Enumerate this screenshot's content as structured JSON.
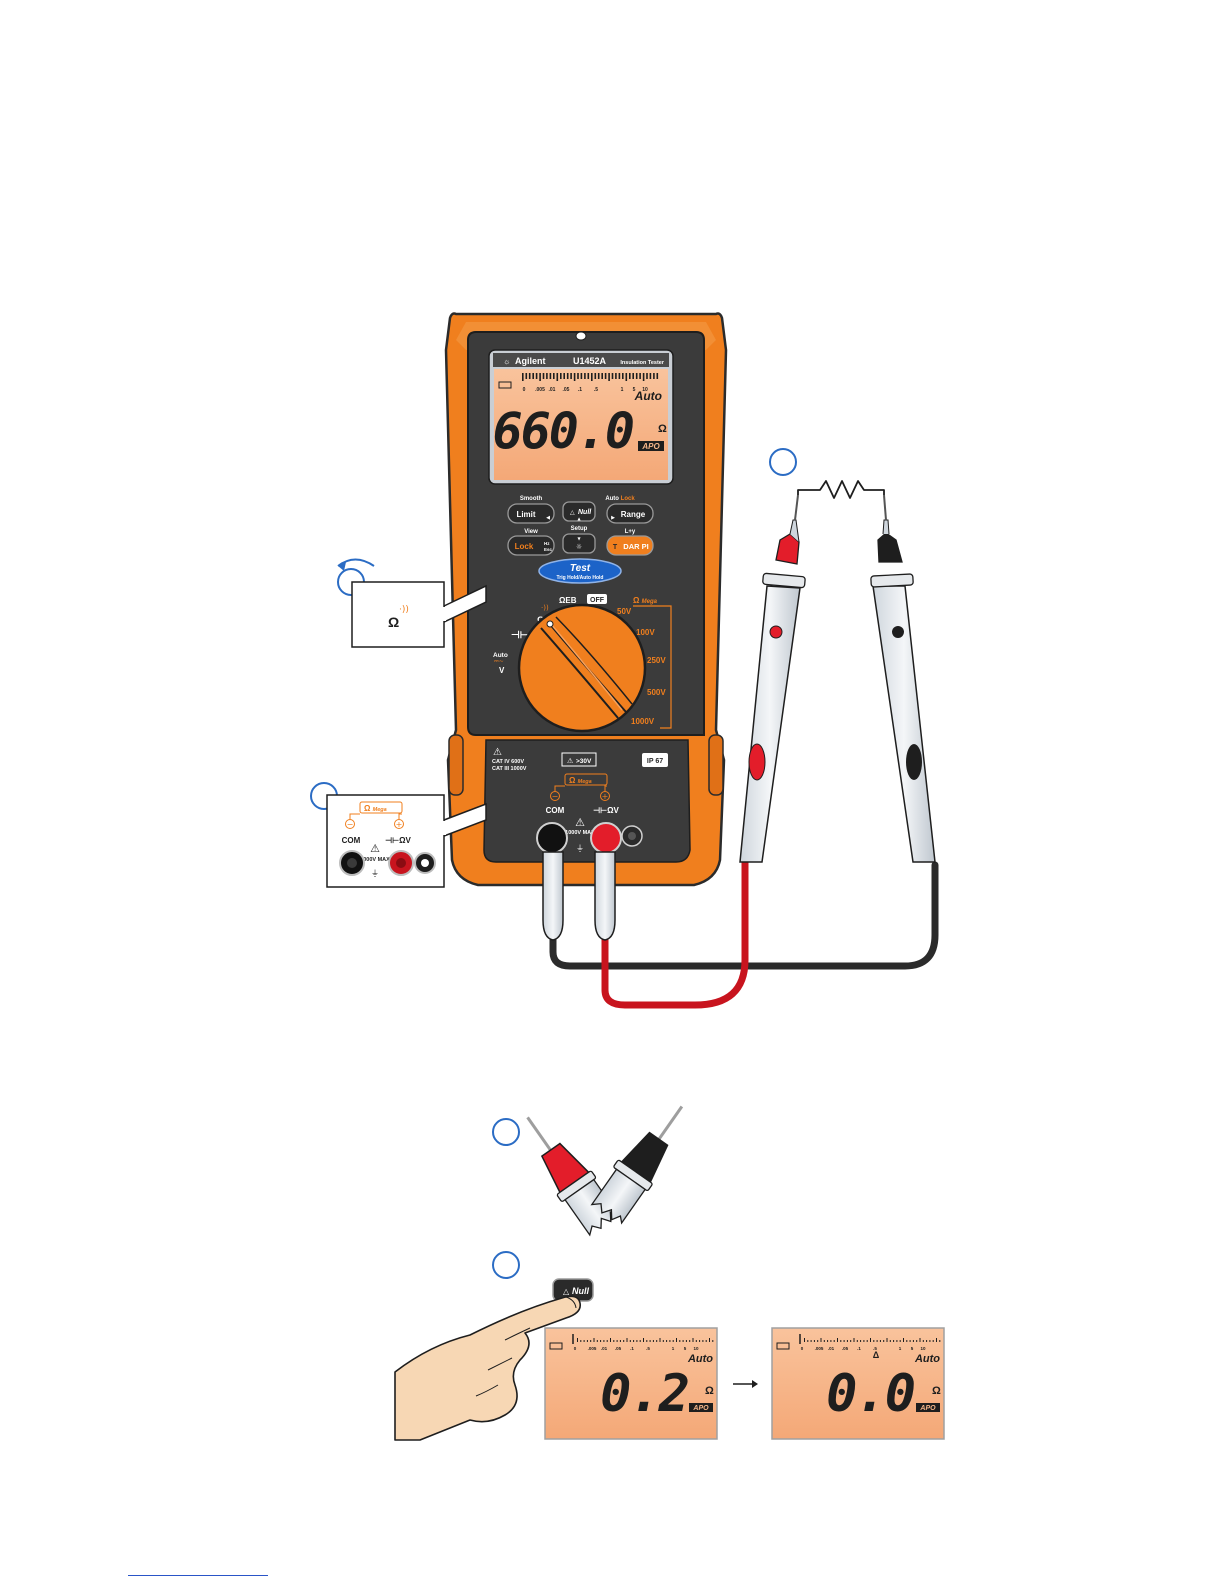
{
  "meter": {
    "brand": "Agilent",
    "model": "U1452A",
    "subtitle": "Insulation Tester",
    "scale_labels": [
      "0",
      ".005",
      ".01",
      ".05",
      ".1",
      ".5",
      "1",
      "5",
      "10"
    ],
    "auto": "Auto",
    "reading": "660.0",
    "unit": "Ω",
    "apo": "APO",
    "buttons": {
      "smooth": "Smooth",
      "limit": "Limit",
      "null": "Null",
      "autolock": "Auto",
      "autolock_lock": "Lock",
      "range": "Range",
      "view": "View",
      "setup": "Setup",
      "lock": "Lock",
      "hz": "Hz",
      "esc": "Esc",
      "lhold": "L+y",
      "darpi": "DAR PI",
      "test": "Test",
      "test_sub": "Trig Hold/Auto Hold"
    },
    "dial": {
      "ohm_lo": "Ω",
      "ohm_eb": "ΩEB",
      "off": "OFF",
      "mega": "Mega",
      "cap": "⊣⊢",
      "auto": "Auto",
      "v": "V",
      "v50": "50V",
      "v100": "100V",
      "v250": "250V",
      "v500": "500V",
      "v1000": "1000V"
    },
    "panel": {
      "cat_iv": "CAT IV 600V",
      "cat_iii": "CAT III 1000V",
      "warn_box": ">30V",
      "ip": "IP 67",
      "mega": "Mega",
      "com": "COM",
      "input": "⊣⊢ΩV",
      "max": "1000V MAX"
    }
  },
  "callout_dial": {
    "label": "Ω"
  },
  "callout_jack": {
    "mega": "Mega",
    "com": "COM",
    "input": "⊣⊢ΩV",
    "max": "1000V MAX"
  },
  "step4": {
    "button_label": "Null"
  },
  "lcd_before": {
    "reading": "0.2",
    "unit": "Ω",
    "auto": "Auto",
    "apo": "APO"
  },
  "lcd_after": {
    "reading": "0.0",
    "unit": "Ω",
    "auto": "Auto",
    "apo": "APO",
    "delta": "Δ"
  },
  "colors": {
    "meter_orange": "#f07f1e",
    "panel_dark": "#3b3b3b",
    "lcd_orange": "#f7b78a",
    "probe_red": "#e31d2a",
    "cable_red": "#c8141e",
    "cable_black": "#2b2b2b",
    "test_blue": "#1c63c8",
    "callout_blue": "#2b6cc4"
  }
}
